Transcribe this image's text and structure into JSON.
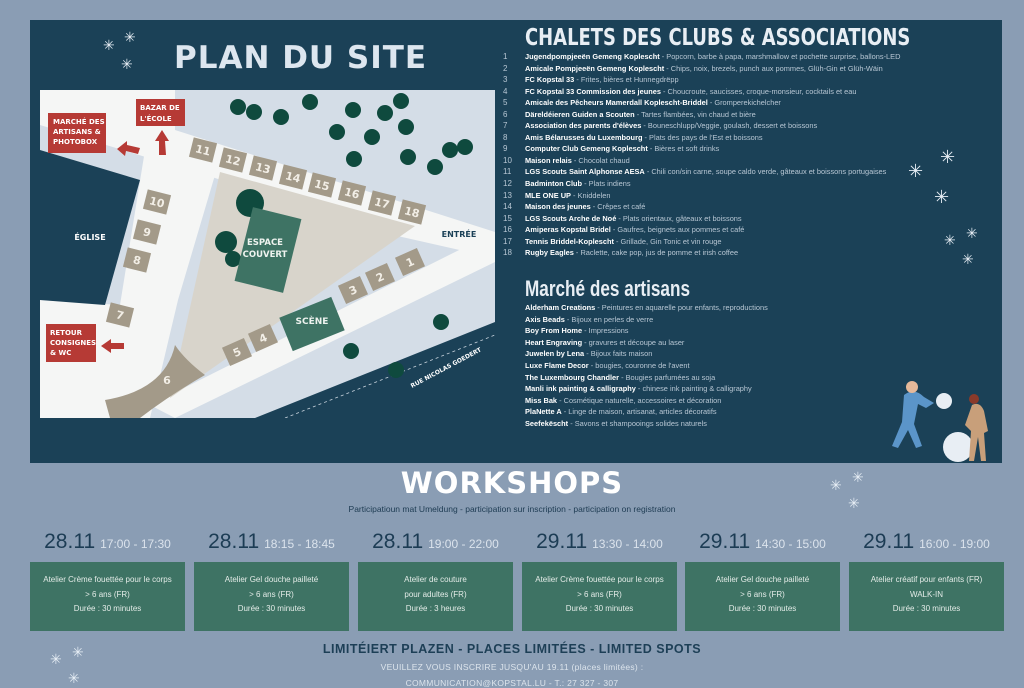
{
  "colors": {
    "panel": "#1b4157",
    "background": "#8a9db4",
    "stall": "#a39a89",
    "green": "#3e7364",
    "red": "#b63a35",
    "tree": "#0f4a3e"
  },
  "plan": {
    "title": "PLAN DU SITE",
    "labels": {
      "eglise": "ÉGLISE",
      "entree": "ENTRÉE",
      "espace_couvert": [
        "ESPACE",
        "COUVERT"
      ],
      "scene": "SCÈNE",
      "street": "RUE NICOLAS GOEDERT",
      "marche": [
        "MARCHÉ DES",
        "ARTISANS &",
        "PHOTOBOX"
      ],
      "bazar": [
        "BAZAR DE",
        "L'ÉCOLE"
      ],
      "retour": [
        "RETOUR",
        "CONSIGNES",
        "& WC"
      ]
    },
    "stalls": [
      "1",
      "2",
      "3",
      "4",
      "5",
      "6",
      "7",
      "8",
      "9",
      "10",
      "11",
      "12",
      "13",
      "14",
      "15",
      "16",
      "17",
      "18"
    ]
  },
  "chalets": {
    "title": "CHALETS DES CLUBS & ASSOCIATIONS",
    "items": [
      {
        "n": "1",
        "name": "Jugendpompjeeën Gemeng Koplescht",
        "desc": " - Popcorn, barbe à papa, marshmallow et pochette surprise, ballons-LED"
      },
      {
        "n": "2",
        "name": "Amicale Pompjeeën Gemeng Koplescht",
        "desc": " - Chips, noix, brezels, punch aux pommes, Glüh-Gin et Glüh-Wäin"
      },
      {
        "n": "3",
        "name": "FC Kopstal 33",
        "desc": " - Frites, bières et Hunnegdrëpp"
      },
      {
        "n": "4",
        "name": "FC Kopstal 33 Commission des jeunes",
        "desc": " - Choucroute, saucisses, croque-monsieur, cocktails et eau"
      },
      {
        "n": "5",
        "name": "Amicale des Pêcheurs Mamerdall Koplescht-Briddel",
        "desc": " - Gromperekichelcher"
      },
      {
        "n": "6",
        "name": "Däreldéieren Guiden a Scouten",
        "desc": " - Tartes flambées, vin chaud et bière"
      },
      {
        "n": "7",
        "name": "Association des parents d'élèves",
        "desc": " - Bouneschlupp/Veggie, goulash, dessert et boissons"
      },
      {
        "n": "8",
        "name": "Amis Bélarusses du Luxembourg",
        "desc": " - Plats des pays de l'Est et boissons"
      },
      {
        "n": "9",
        "name": "Computer Club Gemeng Koplescht",
        "desc": " - Bières et soft drinks"
      },
      {
        "n": "10",
        "name": "Maison relais",
        "desc": " - Chocolat chaud"
      },
      {
        "n": "11",
        "name": "LGS Scouts Saint Alphonse AESA",
        "desc": " - Chili con/sin carne, soupe caldo verde, gâteaux et boissons portugaises"
      },
      {
        "n": "12",
        "name": "Badminton Club",
        "desc": " - Plats indiens"
      },
      {
        "n": "13",
        "name": "MLE ONE UP",
        "desc": " - Kniddelen"
      },
      {
        "n": "14",
        "name": "Maison des jeunes",
        "desc": " - Crêpes et café"
      },
      {
        "n": "15",
        "name": "LGS Scouts Arche de Noé",
        "desc": " - Plats orientaux, gâteaux et boissons"
      },
      {
        "n": "16",
        "name": "Amiperas Kopstal Bridel",
        "desc": " - Gaufres, beignets aux pommes et café"
      },
      {
        "n": "17",
        "name": "Tennis Briddel-Koplescht",
        "desc": " - Grillade, Gin Tonic et vin rouge"
      },
      {
        "n": "18",
        "name": "Rugby Eagles",
        "desc": " - Raclette, cake pop, jus de pomme et irish coffee"
      }
    ]
  },
  "artisans": {
    "title": "Marché des artisans",
    "items": [
      {
        "name": "Alderham Creations",
        "desc": " - Peintures en aquarelle pour enfants, reproductions"
      },
      {
        "name": "Axis Beads",
        "desc": " - Bijoux en perles de verre"
      },
      {
        "name": "Boy From Home",
        "desc": " - Impressions"
      },
      {
        "name": "Heart Engraving",
        "desc": " - gravures et découpe au laser"
      },
      {
        "name": "Juwelen by Lena",
        "desc": " - Bijoux faits maison"
      },
      {
        "name": "Luxe Flame Decor",
        "desc": " - bougies, couronne de l'avent"
      },
      {
        "name": "The Luxembourg Chandler",
        "desc": " - Bougies parfumées au soja"
      },
      {
        "name": "Manli ink painting & calligraphy",
        "desc": " - chinese ink painting & calligraphy"
      },
      {
        "name": "Miss Bak",
        "desc": " - Cosmétique naturelle, accessoires et décoration"
      },
      {
        "name": "PlaNette A",
        "desc": " - Linge de maison, artisanat, articles décoratifs"
      },
      {
        "name": "Seefekëscht",
        "desc": " - Savons et shampooings solides naturels"
      }
    ]
  },
  "workshops": {
    "title": "WORKSHOPS",
    "subtitle": "Participatioun mat Umeldung - participation sur inscription - participation on registration",
    "slots": [
      {
        "date": "28.11",
        "time": "17:00 - 17:30",
        "lines": [
          "Atelier Crème fouettée pour le corps",
          "> 6 ans (FR)",
          "Durée : 30 minutes"
        ]
      },
      {
        "date": "28.11",
        "time": "18:15 - 18:45",
        "lines": [
          "Atelier Gel douche pailleté",
          "> 6 ans (FR)",
          "Durée : 30 minutes"
        ]
      },
      {
        "date": "28.11",
        "time": "19:00 - 22:00",
        "lines": [
          "Atelier de couture",
          "pour adultes (FR)",
          "Durée : 3 heures"
        ]
      },
      {
        "date": "29.11",
        "time": "13:30 - 14:00",
        "lines": [
          "Atelier Crème fouettée pour le corps",
          "> 6 ans (FR)",
          "Durée : 30 minutes"
        ]
      },
      {
        "date": "29.11",
        "time": "14:30 - 15:00",
        "lines": [
          "Atelier Gel douche pailleté",
          "> 6 ans (FR)",
          "Durée : 30 minutes"
        ]
      },
      {
        "date": "29.11",
        "time": "16:00 - 19:00",
        "lines": [
          "Atelier créatif pour enfants (FR)",
          "WALK-IN",
          "Durée : 30 minutes"
        ]
      }
    ],
    "limited": "LIMITÉIERT PLAZEN - PLACES LIMITÉES - LIMITED SPOTS",
    "register": "VEUILLEZ VOUS INSCRIRE JUSQU'AU 19.11 (places limitées) :",
    "contact": "COMMUNICATION@KOPSTAL.LU - T.: 27 327 - 307"
  }
}
